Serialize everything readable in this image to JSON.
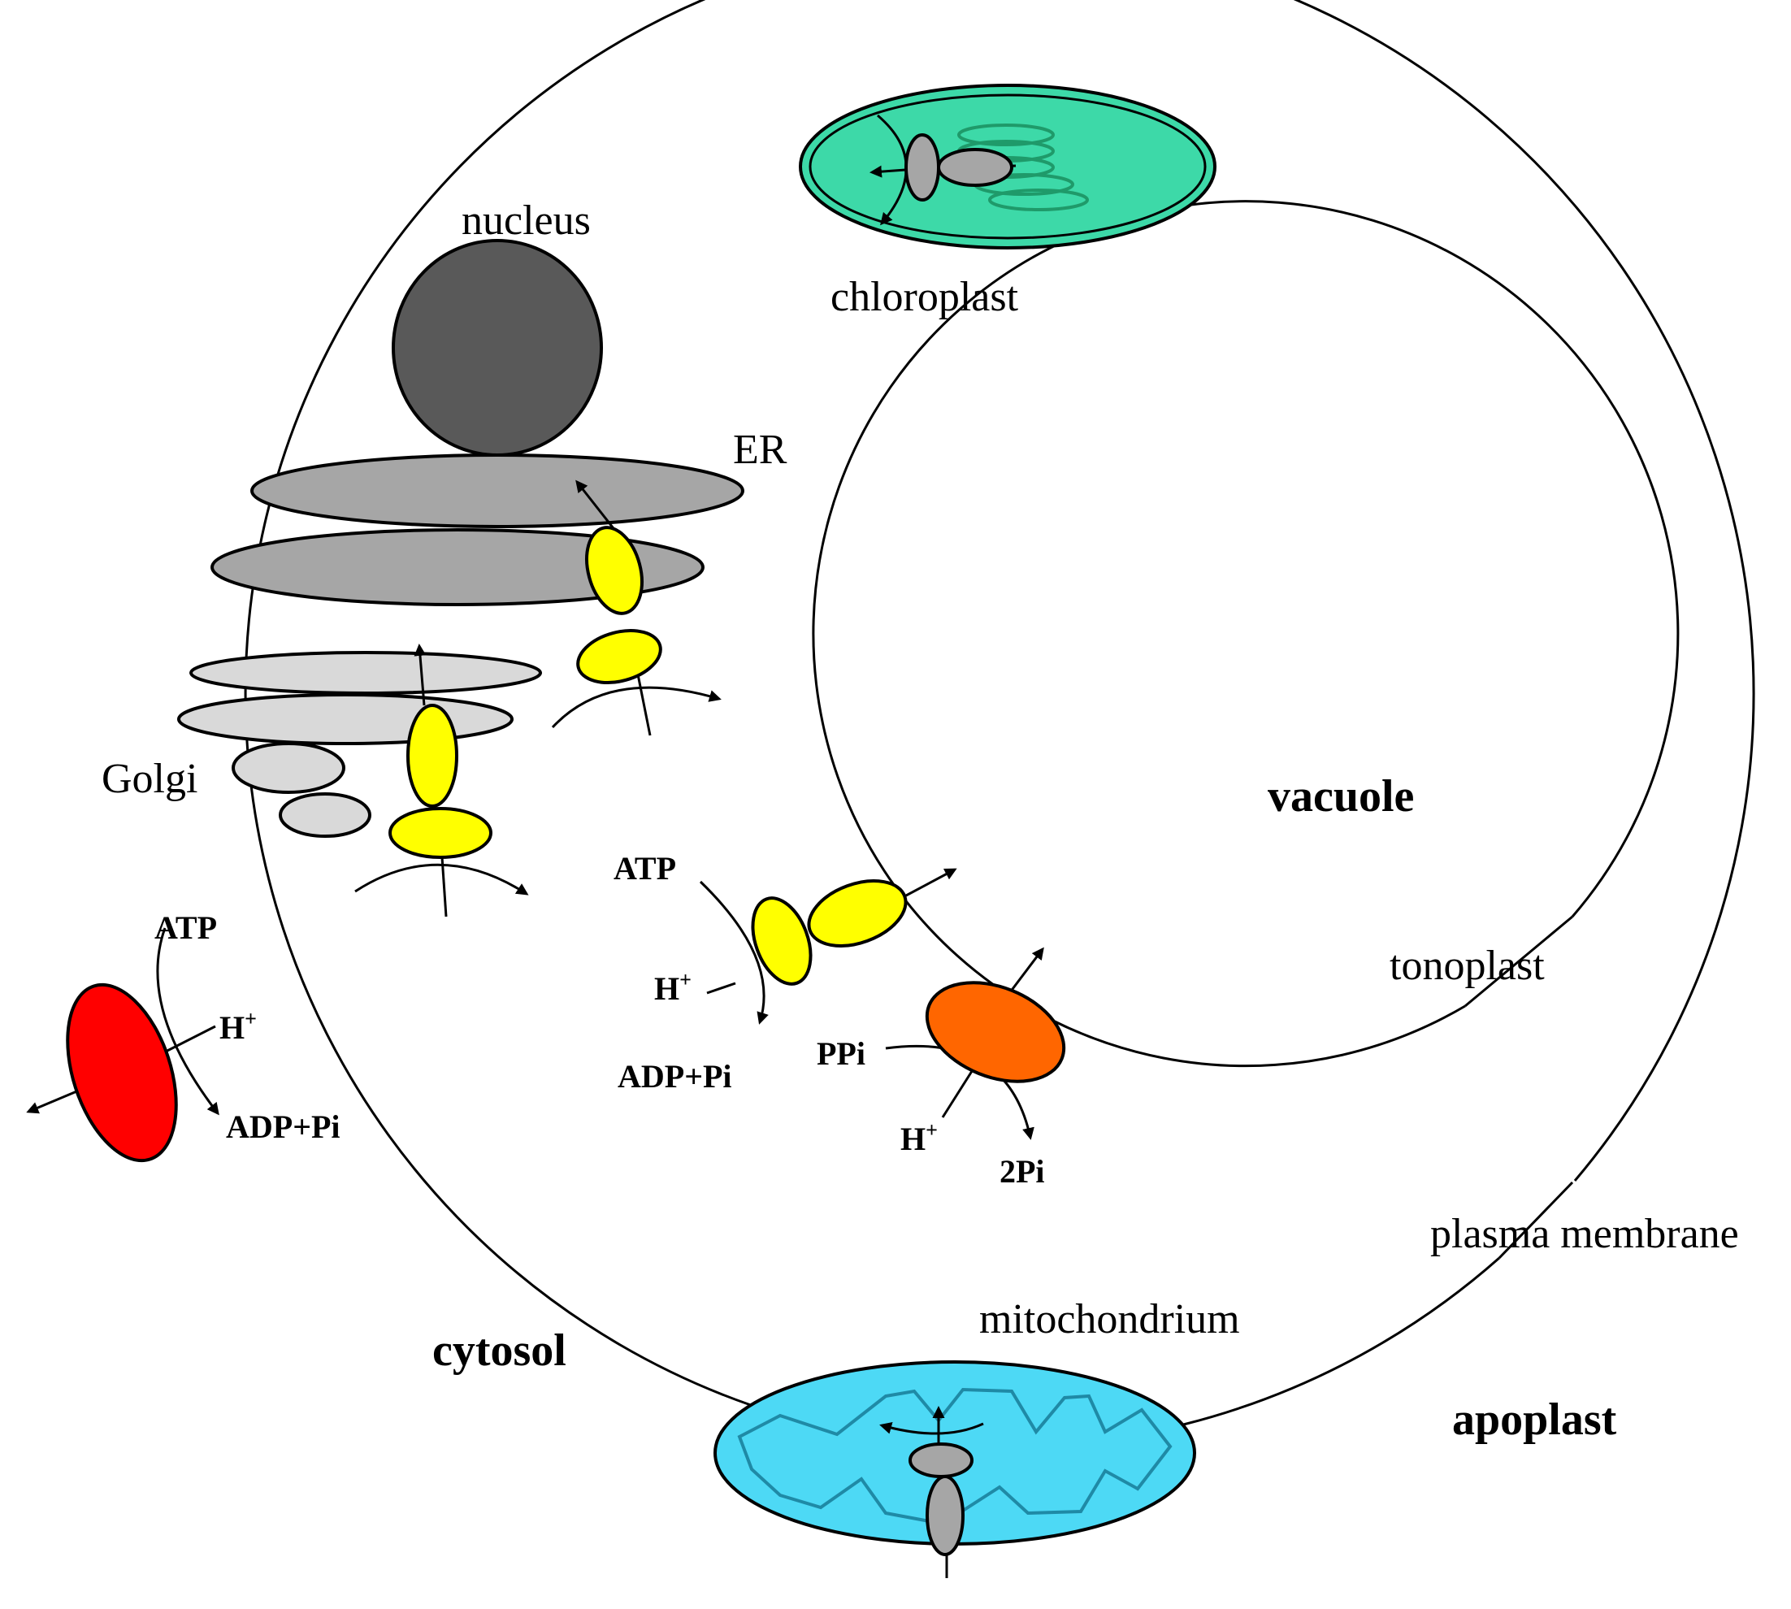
{
  "labels": {
    "nucleus": "nucleus",
    "chloroplast": "chloroplast",
    "er": "ER",
    "golgi": "Golgi",
    "vacuole": "vacuole",
    "tonoplast": "tonoplast",
    "plasma_membrane": "plasma membrane",
    "mitochondrium": "mitochondrium",
    "cytosol": "cytosol",
    "apoplast": "apoplast"
  },
  "pm_pump": {
    "substrate": "ATP",
    "ion": "H",
    "ion_charge": "+",
    "product": "ADP+Pi"
  },
  "tonoplast_atpase": {
    "substrate": "ATP",
    "ion": "H",
    "ion_charge": "+",
    "product": "ADP+Pi"
  },
  "tonoplast_ppase": {
    "substrate": "PPi",
    "ion": "H",
    "ion_charge": "+",
    "product": "2Pi"
  },
  "colors": {
    "v_atpase": "#ffff00",
    "p_atpase": "#ff0000",
    "v_ppase": "#ff6600",
    "chloroplast": "#3dd9a8",
    "mitochondrium": "#4dd9f5",
    "nucleus": "#595959",
    "er": "#a6a6a6",
    "golgi": "#d9d9d9",
    "organelle_pump": "#a6a6a6"
  }
}
